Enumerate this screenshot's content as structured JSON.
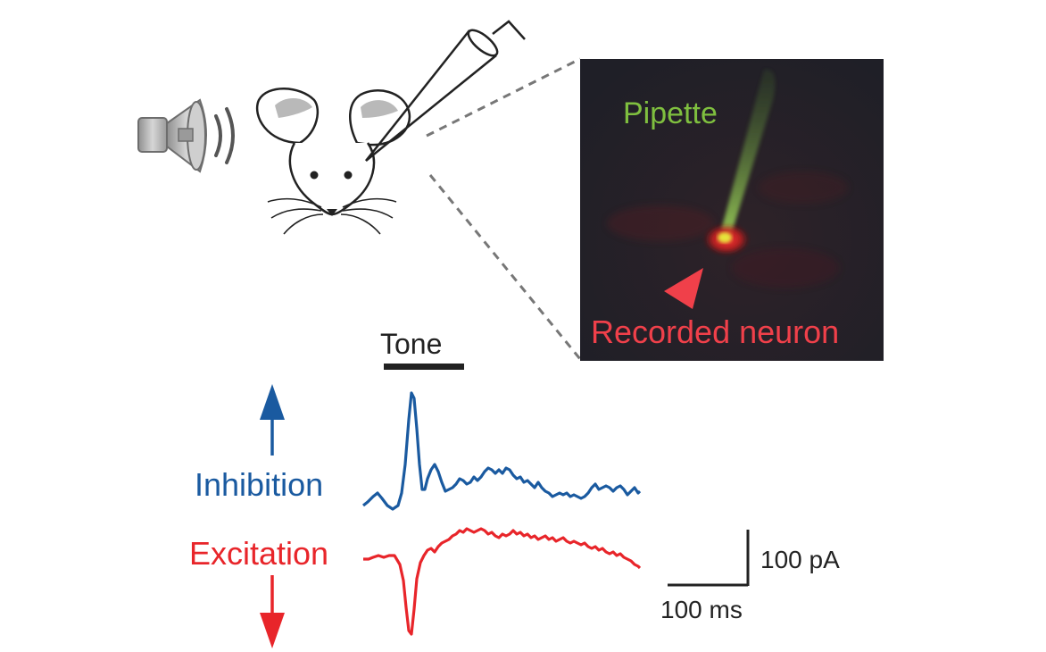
{
  "labels": {
    "pipette": "Pipette",
    "recorded_neuron": "Recorded neuron",
    "tone": "Tone",
    "inhibition": "Inhibition",
    "excitation": "Excitation",
    "scale_y": "100 pA",
    "scale_x": "100 ms"
  },
  "colors": {
    "inhibition": "#1a5aa0",
    "excitation": "#e8252a",
    "pipette_text": "#7fbf3f",
    "neuron_text": "#f0404a",
    "micrograph_bg": "#22212a",
    "stroke": "#222222",
    "dash": "#777777"
  },
  "icons": {
    "speaker": "speaker-icon",
    "mouse": "mouse-icon",
    "pipette": "pipette-icon"
  }
}
